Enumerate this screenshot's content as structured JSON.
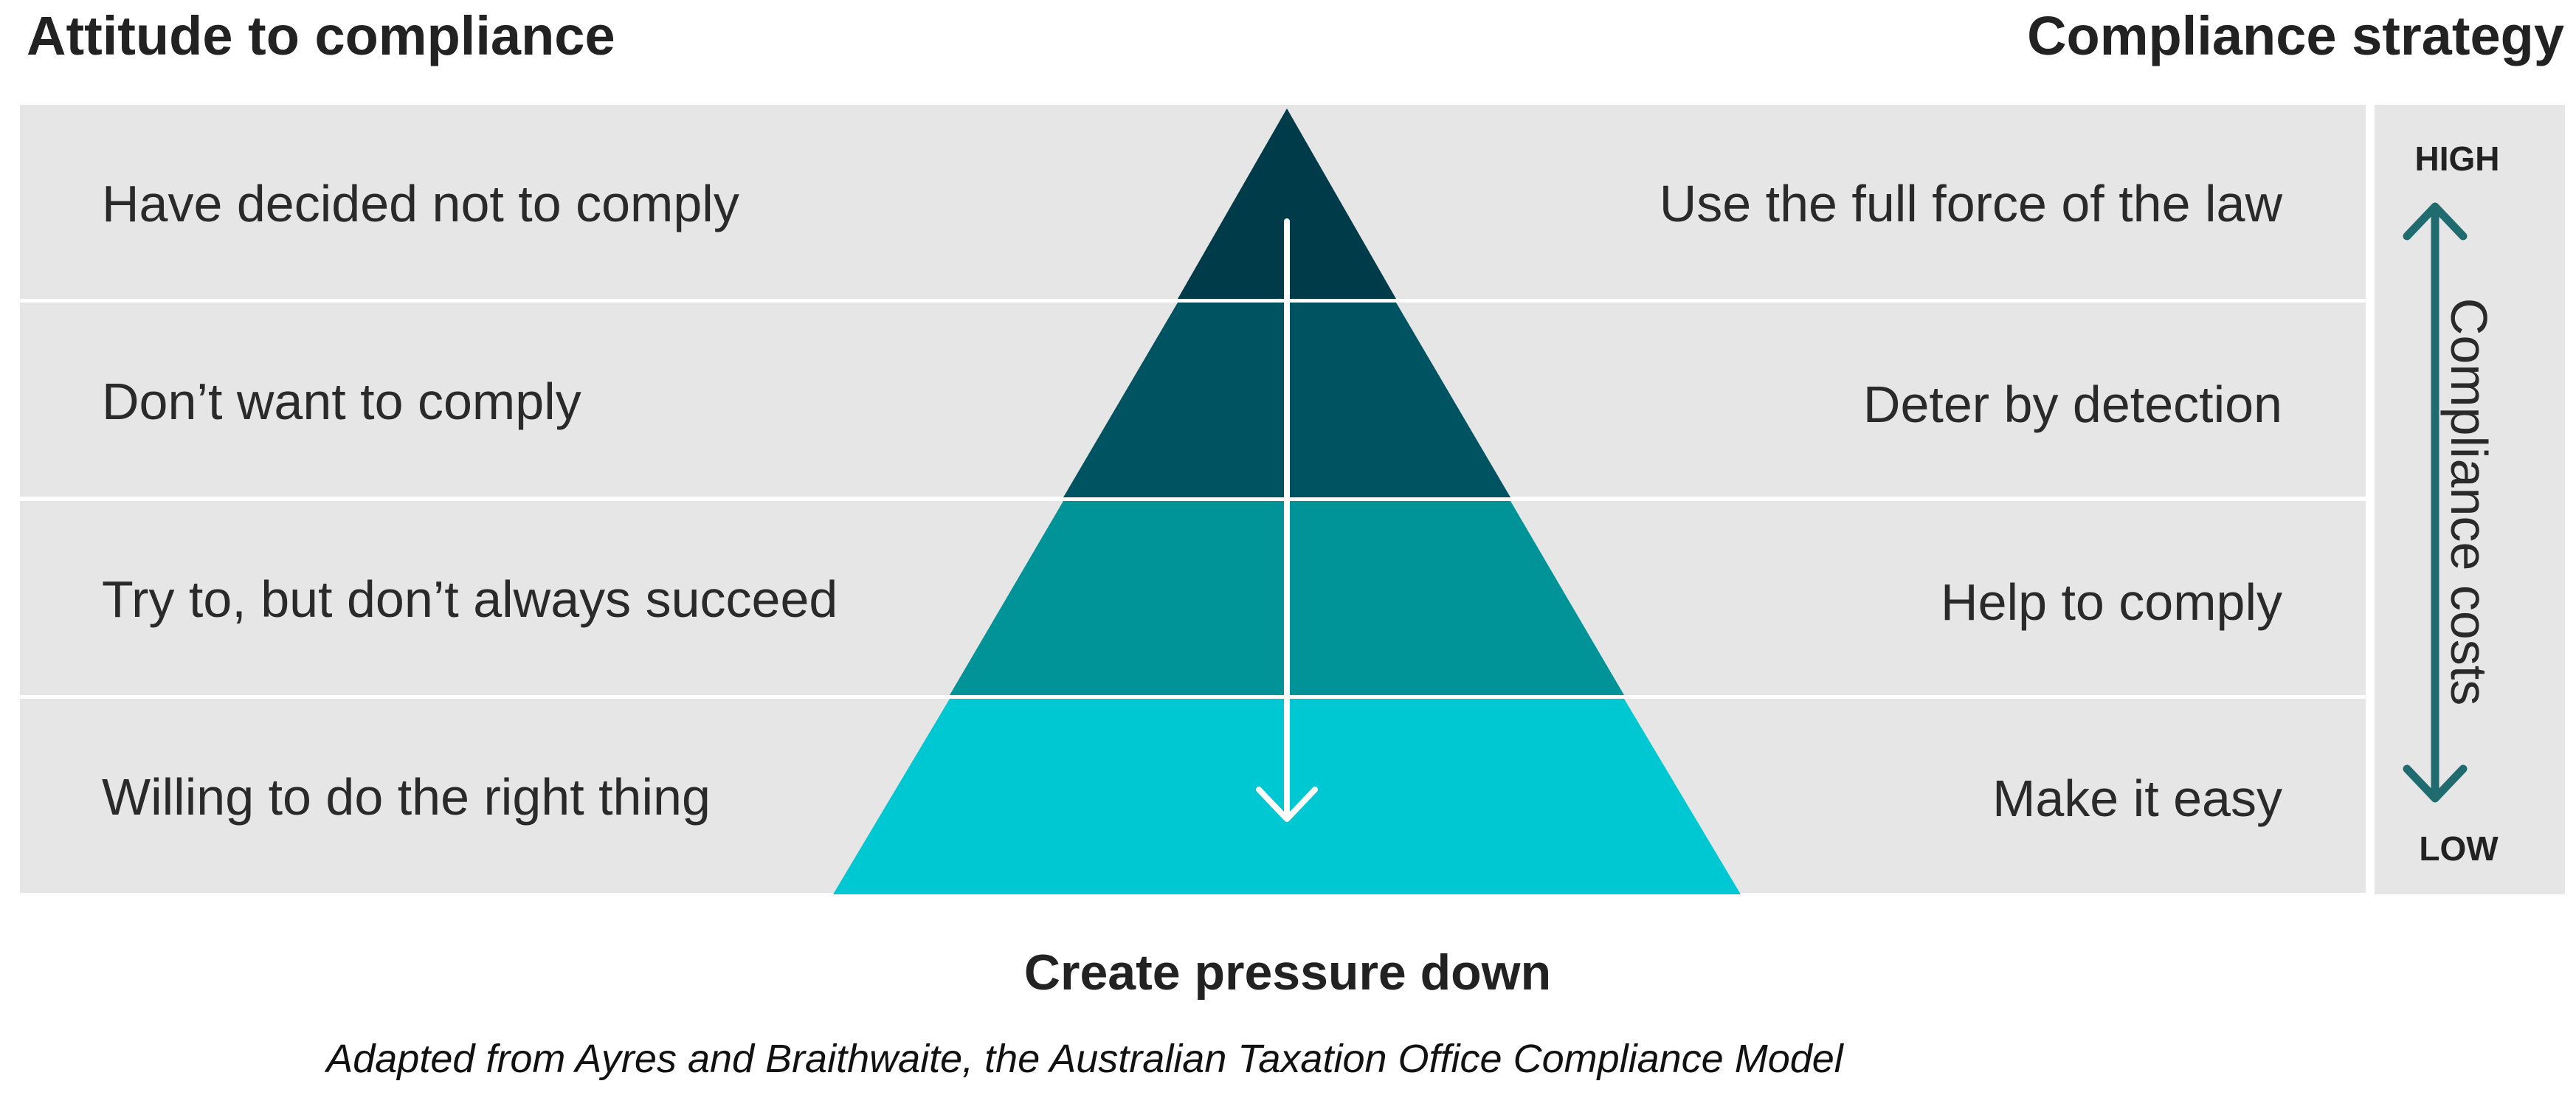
{
  "header": {
    "left_title": "Attitude to compliance",
    "right_title": "Compliance strategy"
  },
  "levels": [
    {
      "attitude": "Have decided not to comply",
      "strategy": "Use the full force of the law",
      "color": "#003b4a"
    },
    {
      "attitude": "Don’t want to comply",
      "strategy": "Deter by detection",
      "color": "#005461"
    },
    {
      "attitude": "Try to, but don’t always succeed",
      "strategy": "Help to comply",
      "color": "#009499"
    },
    {
      "attitude": "Willing to do the right thing",
      "strategy": "Make it easy",
      "color": "#00c8d2"
    }
  ],
  "costs_scale": {
    "high": "HIGH",
    "low": "LOW",
    "label": "Compliance costs",
    "arrow_color": "#1f6b70"
  },
  "pressure_label": "Create pressure down",
  "source_note": "Adapted from Ayres and Braithwaite, the Australian Taxation Office Compliance Model"
}
